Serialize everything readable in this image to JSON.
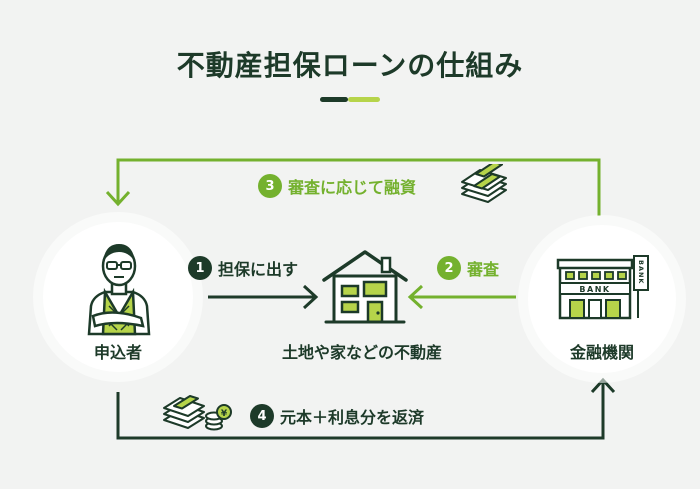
{
  "title": "不動産担保ローンの仕組み",
  "colors": {
    "dark": "#1d3a29",
    "accent": "#b6d44a",
    "green": "#74b12e",
    "background": "#f2f3f2"
  },
  "nodes": {
    "applicant": {
      "label": "申込者",
      "icon": "elderly-man-icon"
    },
    "collateral": {
      "label": "土地や家などの不動産",
      "icon": "house-icon"
    },
    "bank": {
      "label": "金融機関",
      "icon": "bank-building-icon",
      "sign": "BANK",
      "sign_vertical": "BANK"
    }
  },
  "steps": [
    {
      "num": "1",
      "label": "担保に出す"
    },
    {
      "num": "2",
      "label": "審査"
    },
    {
      "num": "3",
      "label": "審査に応じて融資"
    },
    {
      "num": "4",
      "label": "元本＋利息分を返済"
    }
  ],
  "yen_symbol": "¥"
}
